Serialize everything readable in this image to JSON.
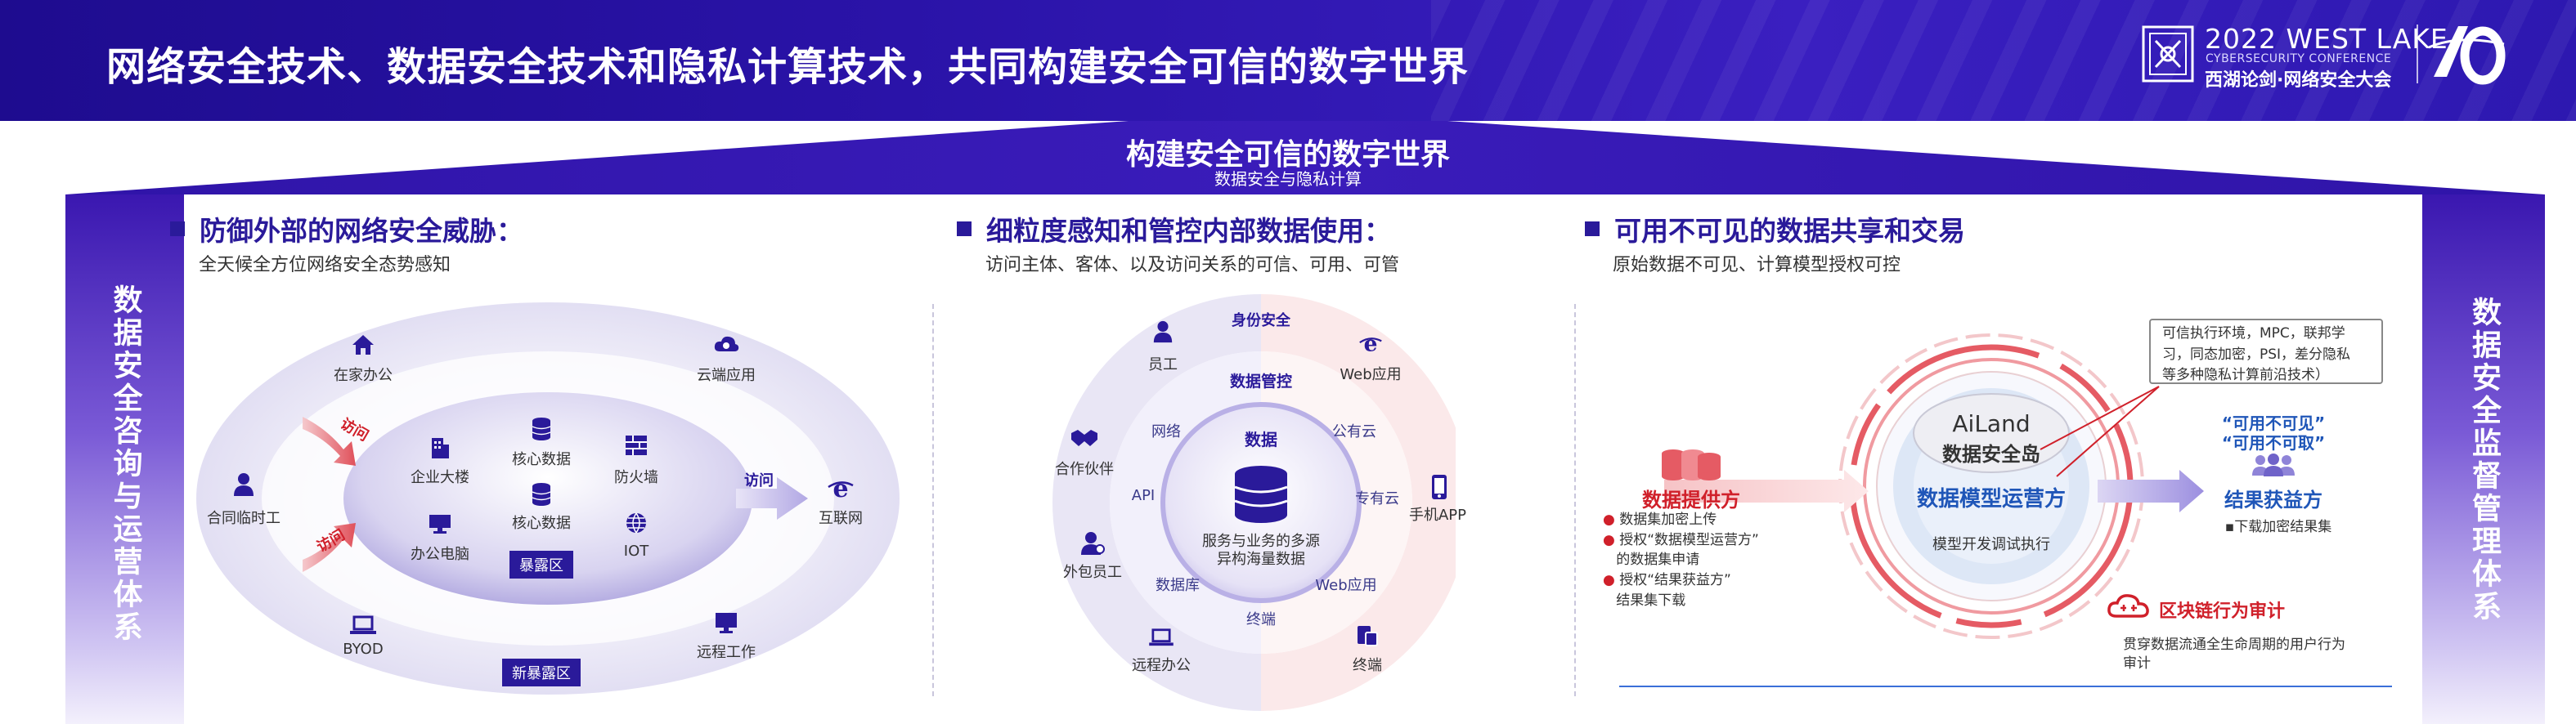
{
  "header": {
    "title": "网络安全技术、数据安全技术和隐私计算技术，共同构建安全可信的数字世界",
    "conference": {
      "year_title": "2022 WEST LAKE",
      "subtitle": "CYBERSECURITY CONFERENCE",
      "cn_name": "西湖论剑·网络安全大会"
    }
  },
  "center": {
    "title": "构建安全可信的数字世界",
    "subtitle": "数据安全与隐私计算"
  },
  "pillars": {
    "left": "数据安全咨询与运营体系",
    "right": "数据安全监督管理体系"
  },
  "section_left": {
    "heading": "防御外部的网络安全威胁：",
    "subheading": "全天候全方位网络安全态势感知",
    "outer_nodes": {
      "home_office": "在家办公",
      "cloud_app": "云端应用",
      "temp_worker": "合同临时工",
      "internet": "互联网",
      "byod": "BYOD",
      "remote_work": "远程工作"
    },
    "inner_nodes": {
      "enterprise_building": "企业大楼",
      "core_data_1": "核心数据",
      "firewall": "防火墙",
      "core_data_2": "核心数据",
      "office_pc": "办公电脑",
      "iot": "IOT"
    },
    "access_label_1": "访问",
    "access_label_2": "访问",
    "access_label_3": "访问",
    "exposed_zone": "暴露区",
    "new_exposed_zone": "新暴露区"
  },
  "section_mid": {
    "heading": "细粒度感知和管控内部数据使用：",
    "subheading": "访问主体、客体、以及访问关系的可信、可用、可管",
    "outer_ring": {
      "identity_security": "身份安全",
      "employee": "员工",
      "web_app_top": "Web应用",
      "partner": "合作伙伴",
      "mobile_app": "手机APP",
      "outsourced_staff": "外包员工",
      "remote_office": "远程办公",
      "terminal_outer": "终端"
    },
    "middle_ring": {
      "data_control": "数据管控",
      "network": "网络",
      "public_cloud": "公有云",
      "api": "API",
      "private_cloud": "专有云",
      "database": "数据库",
      "web_app_mid": "Web应用",
      "terminal_mid": "终端"
    },
    "core": {
      "title": "数据",
      "desc_line1": "服务与业务的多源",
      "desc_line2": "异构海量数据"
    }
  },
  "section_right": {
    "heading": "可用不可见的数据共享和交易",
    "subheading": "原始数据不可见、计算模型授权可控",
    "callout_lines": [
      "可信执行环境，MPC，联邦学",
      "习，同态加密，PSI，差分隐私",
      "等多种隐私计算前沿技术）"
    ],
    "island_brand": "AiLand",
    "island_name": "数据安全岛",
    "provider": "数据提供方",
    "operator": "数据模型运营方",
    "dev_exec": "模型开发调试执行",
    "beneficiary": "结果获益方",
    "usable_invisible": "“可用不可见”",
    "usable_untakeable": "“可用不可取”",
    "provider_items": [
      "数据集加密上传",
      "授权“数据模型运营方”",
      "的数据集申请",
      "授权“结果获益方”",
      "结果集下载"
    ],
    "beneficiary_item": "▪下载加密结果集",
    "blockchain_title": "区块链行为审计",
    "blockchain_desc_line1": "贯穿数据流通全生命周期的用户行为",
    "blockchain_desc_line2": "审计"
  },
  "colors": {
    "brand_dark": "#2a1a9a",
    "banner": "#2a13a8",
    "accent_red": "#d0202a",
    "accent_blue": "#1f56b8"
  }
}
